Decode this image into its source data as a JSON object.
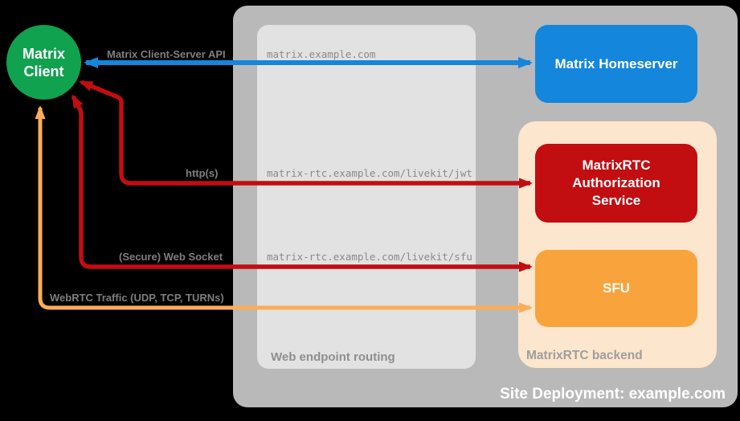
{
  "colors": {
    "background": "#000000",
    "container_gray": "#B9B9B9",
    "routing_box_gray": "#E2E2E2",
    "backend_box_peach": "#FCE6CD",
    "client_green": "#10A24F",
    "homeserver_blue": "#1486DC",
    "auth_red": "#C20D11",
    "sfu_orange": "#F9A33C",
    "arrow_blue": "#1486DC",
    "arrow_red": "#C20D11",
    "arrow_orange": "#FBAD59",
    "label_gray": "#7E7E7E",
    "url_gray": "#8A8A8A",
    "title_white": "#FFFFFF"
  },
  "client": {
    "label": "Matrix Client"
  },
  "homeserver": {
    "label": "Matrix Homeserver"
  },
  "auth_service": {
    "label": "MatrixRTC Authorization Service"
  },
  "sfu": {
    "label": "SFU"
  },
  "routing": {
    "label": "Web endpoint routing"
  },
  "backend": {
    "label": "MatrixRTC backend"
  },
  "deployment": {
    "title": "Site Deployment: example.com"
  },
  "arrows": {
    "client_server": {
      "label": "Matrix Client-Server API",
      "endpoint": "matrix.example.com",
      "from": "Matrix Client",
      "to": "Matrix Homeserver"
    },
    "http": {
      "label": "http(s)",
      "endpoint": "matrix-rtc.example.com/livekit/jwt",
      "from": "Matrix Client",
      "to": "MatrixRTC Authorization Service"
    },
    "websocket": {
      "label": "(Secure) Web Socket",
      "endpoint": "matrix-rtc.example.com/livekit/sfu",
      "from": "Matrix Client",
      "to": "SFU"
    },
    "webrtc": {
      "label": "WebRTC Traffic (UDP, TCP, TURNs)",
      "from": "Matrix Client",
      "to": "SFU"
    }
  }
}
